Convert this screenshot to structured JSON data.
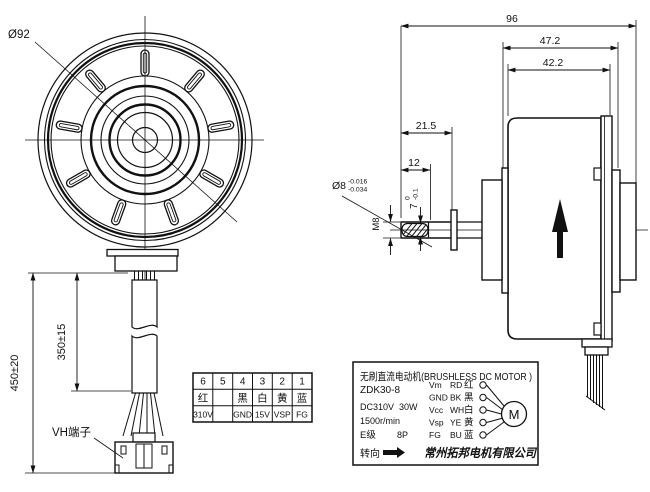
{
  "colors": {
    "line": "#111111",
    "background": "#ffffff"
  },
  "front_view": {
    "diameter": "Ø92",
    "cable_length": "350±15",
    "overall_length": "450±20",
    "connector_label": "VH端子"
  },
  "side_view": {
    "overall_length": "96",
    "length_with_boss": "47.2",
    "body_length": "42.2",
    "shaft_extension": "21.5",
    "thread_length": "12",
    "flat_width": "7",
    "flat_tol_upper": "0",
    "flat_tol_lower": "-0.1",
    "shaft_diameter": "Ø8",
    "shaft_tol_upper": "-0.016",
    "shaft_tol_lower": "-0.034",
    "thread": "M8"
  },
  "pin_table": {
    "rows": [
      [
        "6",
        "5",
        "4",
        "3",
        "2",
        "1"
      ],
      [
        "红",
        "",
        "黑",
        "白",
        "黄",
        "蓝"
      ],
      [
        "310V",
        "",
        "GND",
        "15V",
        "VSP",
        "FG"
      ]
    ]
  },
  "title_block": {
    "title": "无刷直流电动机(BRUSHLESS DC MOTOR )",
    "model": "ZDK30-8",
    "voltage": "DC310V",
    "power": "30W",
    "speed": "1500r/min",
    "insulation_class": "E级",
    "poles": "8P",
    "rotation_label": "转向",
    "motor_symbol": "M",
    "company": "常州拓邦电机有限公司",
    "wires": [
      {
        "signal": "Vm",
        "code": "RD",
        "color": "红"
      },
      {
        "signal": "GND",
        "code": "BK",
        "color": "黑"
      },
      {
        "signal": "Vcc",
        "code": "WH",
        "color": "白"
      },
      {
        "signal": "Vsp",
        "code": "YE",
        "color": "黄"
      },
      {
        "signal": "FG",
        "code": "BU",
        "color": "蓝"
      }
    ]
  }
}
